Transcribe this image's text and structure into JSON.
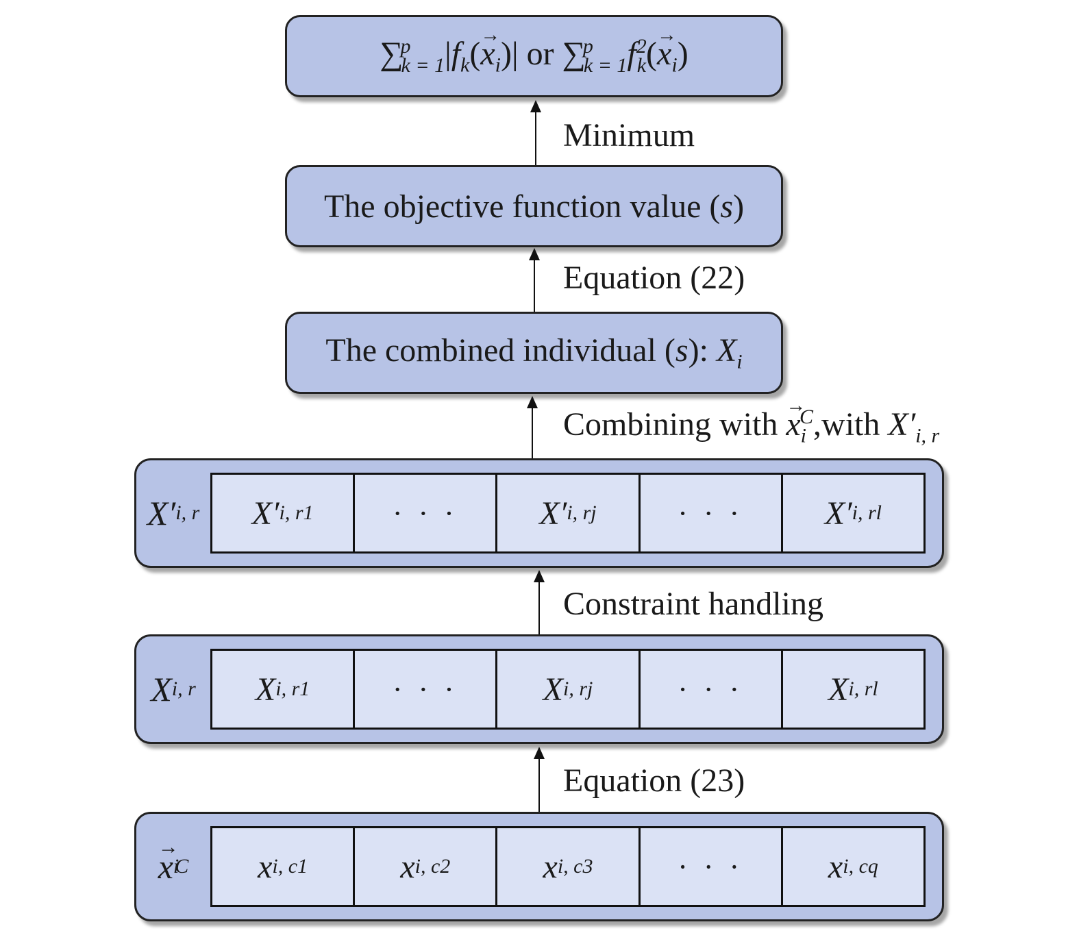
{
  "boxes": {
    "top": {
      "text": "∑_{k=1}^{p} |f_k(x⃗_i)| or ∑_{k=1}^{p} f_k^2(x⃗_i)",
      "or_word": "or",
      "sum_lower": "k = 1",
      "sum_upper": "p"
    },
    "objective": {
      "text": "The objective function value (s)",
      "prefix": "The objective function value (",
      "italic": "s",
      "suffix": ")"
    },
    "combined": {
      "text": "The combined individual (s): X_i",
      "prefix": "The combined individual (",
      "italic": "s",
      "suffix": "): "
    }
  },
  "arrows": {
    "minimum": "Minimum",
    "eq22": "Equation (22)",
    "combining": {
      "text": "Combining  with x⃗_i^C with X′_i, r",
      "word1": "Combining  with ",
      "word2": "with "
    },
    "constraint": "Constraint handling",
    "eq23": "Equation (23)"
  },
  "rows": [
    {
      "label": "X′_i, r",
      "cells": [
        "X′_i, r1",
        "…",
        "X′_i, rj",
        "…",
        "X′_i, rl"
      ]
    },
    {
      "label": "X_i, r",
      "cells": [
        "X_i, r1",
        "…",
        "X_i, rj",
        "…",
        "X_i, rl"
      ]
    },
    {
      "label": "x⃗_i^C",
      "cells": [
        "x_i, c1",
        "x_i, c2",
        "x_i, c3",
        "…",
        "x_i, cq"
      ]
    }
  ],
  "symbols": {
    "X": "X",
    "Xp": "X′",
    "x": "x",
    "i": "i",
    "C": "C",
    "k": "k",
    "f": "f",
    "two": "2",
    "dots": "· · ·",
    "sub_r": "i, r",
    "sub_r1": "i, r1",
    "sub_rj": "i, rj",
    "sub_rl": "i, rl",
    "sub_c1": "i, c1",
    "sub_c2": "i, c2",
    "sub_c3": "i, c3",
    "sub_cq": "i, cq"
  },
  "colors": {
    "box_fill": "#b7c3e6",
    "cell_fill": "#dbe2f5",
    "stroke": "#222222"
  }
}
